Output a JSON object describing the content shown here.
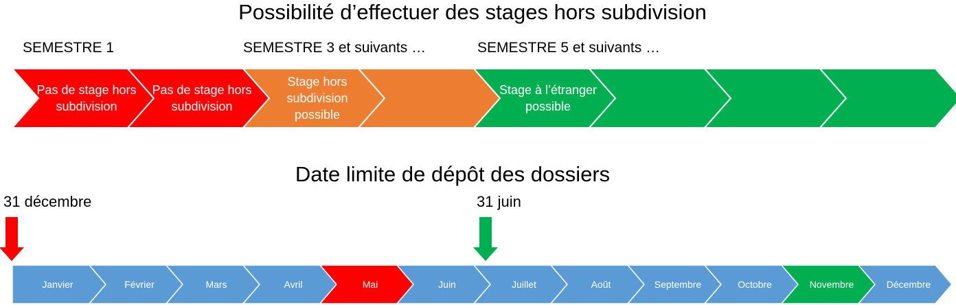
{
  "diagram": {
    "top_title": "Possibilité d’effectuer des stages hors subdivision",
    "semester_labels": [
      "SEMESTRE 1",
      "SEMESTRE 3 et suivants …",
      "SEMESTRE 5 et suivants …"
    ],
    "semesters": [
      {
        "label": "Pas de stage hors subdivision",
        "color": "#ff0000"
      },
      {
        "label": "Pas de stage hors subdivision",
        "color": "#ff0000"
      },
      {
        "label": "Stage hors subdivision possible",
        "color": "#ed7d31"
      },
      {
        "label": "",
        "color": "#ed7d31"
      },
      {
        "label": "Stage à l’étranger possible",
        "color": "#00b050"
      },
      {
        "label": "",
        "color": "#00b050"
      },
      {
        "label": "",
        "color": "#00b050"
      },
      {
        "label": "",
        "color": "#00b050"
      }
    ],
    "bottom_title": "Date limite de dépôt des dossiers",
    "deadlines": [
      {
        "label": "31 décembre",
        "color": "#ff0000"
      },
      {
        "label": "31 juin",
        "color": "#00b050"
      }
    ],
    "months": [
      {
        "label": "Janvier",
        "color": "#5b9bd5"
      },
      {
        "label": "Février",
        "color": "#5b9bd5"
      },
      {
        "label": "Mars",
        "color": "#5b9bd5"
      },
      {
        "label": "Avril",
        "color": "#5b9bd5"
      },
      {
        "label": "Mai",
        "color": "#ff0000"
      },
      {
        "label": "Juin",
        "color": "#5b9bd5"
      },
      {
        "label": "Juillet",
        "color": "#5b9bd5"
      },
      {
        "label": "Août",
        "color": "#5b9bd5"
      },
      {
        "label": "Septembre",
        "color": "#5b9bd5"
      },
      {
        "label": "Octobre",
        "color": "#5b9bd5"
      },
      {
        "label": "Novembre",
        "color": "#00b050"
      },
      {
        "label": "Décembre",
        "color": "#5b9bd5"
      }
    ]
  }
}
